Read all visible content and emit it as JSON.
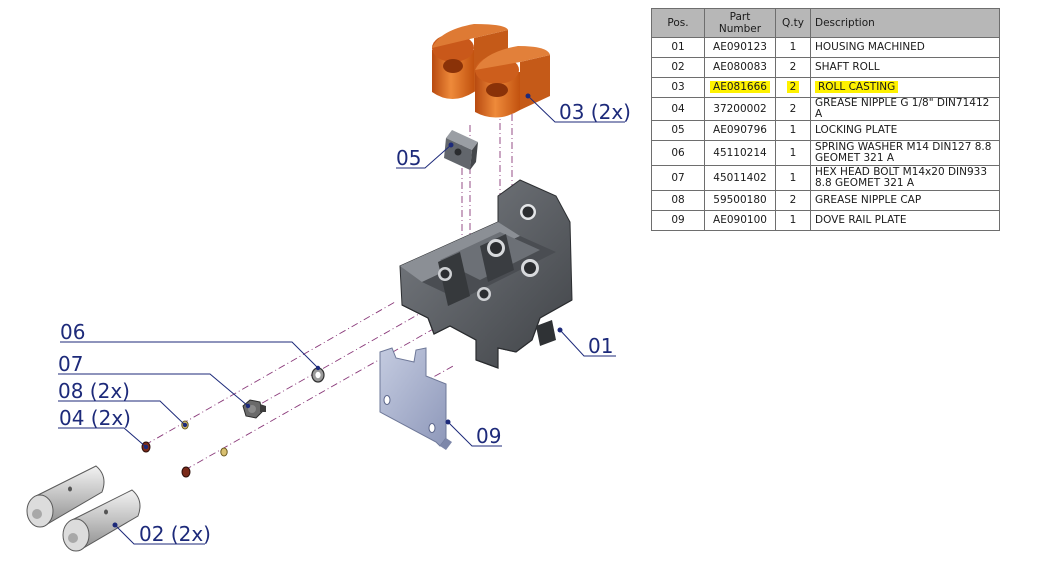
{
  "bom": {
    "headers": {
      "pos": "Pos.",
      "part": "Part Number",
      "qty": "Q.ty",
      "desc": "Description"
    },
    "rows": [
      {
        "pos": "01",
        "part": "AE090123",
        "qty": "1",
        "desc": "HOUSING MACHINED"
      },
      {
        "pos": "02",
        "part": "AE080083",
        "qty": "2",
        "desc": "SHAFT ROLL"
      },
      {
        "pos": "03",
        "part": "AE081666",
        "qty": "2",
        "desc": "ROLL CASTING",
        "highlighted": true
      },
      {
        "pos": "04",
        "part": "37200002",
        "qty": "2",
        "desc": "GREASE NIPPLE G 1/8\" DIN71412 A"
      },
      {
        "pos": "05",
        "part": "AE090796",
        "qty": "1",
        "desc": "LOCKING PLATE"
      },
      {
        "pos": "06",
        "part": "45110214",
        "qty": "1",
        "desc": "SPRING WASHER M14 DIN127 8.8 GEOMET 321 A"
      },
      {
        "pos": "07",
        "part": "45011402",
        "qty": "1",
        "desc": "HEX HEAD BOLT M14x20 DIN933 8.8 GEOMET 321 A"
      },
      {
        "pos": "08",
        "part": "59500180",
        "qty": "2",
        "desc": "GREASE NIPPLE CAP"
      },
      {
        "pos": "09",
        "part": "AE090100",
        "qty": "1",
        "desc": "DOVE RAIL PLATE"
      }
    ],
    "highlight_color": "#fff200"
  },
  "callouts": {
    "c01": "01",
    "c02": "02 (2x)",
    "c03": "03 (2x)",
    "c04": "04 (2x)",
    "c05": "05",
    "c06": "06",
    "c07": "07",
    "c08": "08 (2x)",
    "c09": "09"
  },
  "colors": {
    "callout": "#1d2a7a",
    "housing": "#5a5d62",
    "roll": "#d8641c",
    "plate": "#a8b0cc",
    "shaft": "#b8b8b8"
  }
}
